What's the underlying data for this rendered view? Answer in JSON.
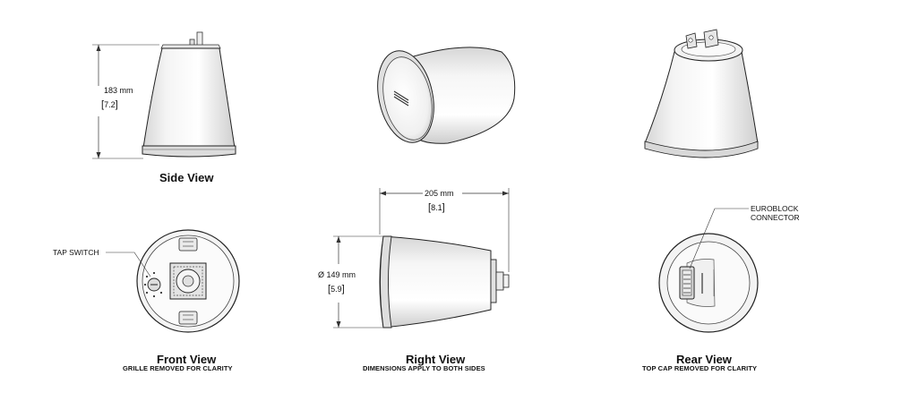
{
  "views": {
    "side": {
      "title": "Side View"
    },
    "front": {
      "title": "Front View",
      "subtitle": "GRILLE REMOVED FOR CLARITY",
      "callout": "TAP SWITCH"
    },
    "right": {
      "title": "Right View",
      "subtitle": "DIMENSIONS APPLY TO BOTH SIDES"
    },
    "rear": {
      "title": "Rear View",
      "subtitle": "TOP CAP REMOVED FOR CLARITY",
      "callout_line1": "EUROBLOCK",
      "callout_line2": "CONNECTOR"
    }
  },
  "dimensions": {
    "height_mm": "183 mm",
    "height_in": "7.2",
    "length_mm": "205 mm",
    "length_in": "8.1",
    "diameter_mm": "Ø 149 mm",
    "diameter_in": "5.9"
  }
}
